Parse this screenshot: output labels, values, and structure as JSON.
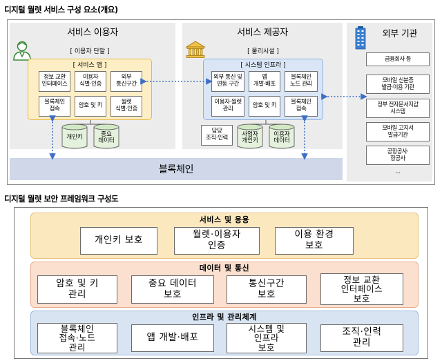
{
  "figure1": {
    "title": "디지털 월렛 서비스 구성 요소(개요)",
    "user_column": {
      "heading": "서비스 이용자",
      "terminal_label": "[ 이용자 단말 ]",
      "app_label": "[ 서비스 앱 ]",
      "boxes": [
        "정보 교환\n인터페이스",
        "이용자\n식별·인증",
        "외부\n통신구간",
        "블록체인\n접속",
        "암호 및 키",
        "월렛\n식별·인증"
      ],
      "storage": [
        "개인키",
        "중요\n데이터"
      ]
    },
    "provider_column": {
      "heading": "서비스 제공자",
      "facility_label": "[ 물리시설 ]",
      "infra_label": "[ 시스템 인프라 ]",
      "boxes": [
        "외부 통신 및\n연동 구간",
        "앱\n개발·배포",
        "블록체인\n노드 관리",
        "이용자·월렛\n관리",
        "암호 및 키",
        "블록체인\n접속"
      ],
      "bottom_boxes": [
        "담당\n조직·인력"
      ],
      "storage": [
        "사업자\n개인키",
        "이용자\n데이터"
      ]
    },
    "external_column": {
      "heading": "외부 기관",
      "items": [
        "금융회사 등",
        "모바일 신분증\n발급·이용 기관",
        "정부 전자문서지갑\n시스템",
        "모바일 고지서\n발급기관",
        "공항공사·\n항공사",
        "..."
      ]
    },
    "blockchain_label": "블록체인"
  },
  "figure2": {
    "title": "디지털 월렛 보안 프레임워크 구성도",
    "bands": [
      {
        "title": "서비스 및 응용",
        "items": [
          "개인키 보호",
          "월렛·이용자\n인증",
          "이용 환경\n보호"
        ]
      },
      {
        "title": "데이터 및 통신",
        "items": [
          "암호 및 키\n관리",
          "중요 데이터\n보호",
          "통신구간\n보호",
          "정보 교환\n인터페이스\n보호"
        ]
      },
      {
        "title": "인프라 및 관리체계",
        "items": [
          "블록체인\n접속·노드\n관리",
          "앱 개발·배포",
          "시스템 및\n인프라\n보호",
          "조직·인력\n관리"
        ]
      }
    ]
  },
  "colors": {
    "user_panel": "#fdeec5",
    "infra_panel": "#dae6f6",
    "blockchain_bar": "#cfd7e8",
    "arrow": "#3d6fc4",
    "band_service": "#fbe8bf",
    "band_data": "#fbe0d0",
    "band_infra": "#d9e4f3"
  }
}
